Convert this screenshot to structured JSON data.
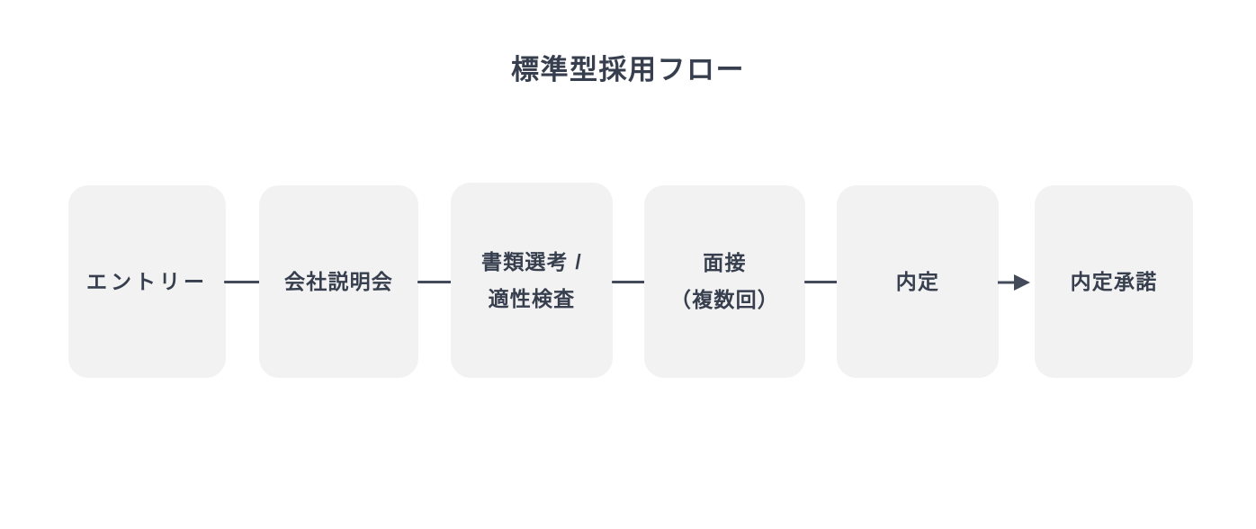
{
  "diagram": {
    "title": "標準型採用フロー",
    "background_color": "#ffffff",
    "node_fill_color": "#f2f2f2",
    "text_color": "#373f4e",
    "connector_color": "#434b5a",
    "nodes": [
      {
        "id": "entry",
        "label_line1": "エントリー",
        "label_line2": ""
      },
      {
        "id": "info-session",
        "label_line1": "会社説明会",
        "label_line2": ""
      },
      {
        "id": "screening",
        "label_line1": "書類選考 /",
        "label_line2": "適性検査"
      },
      {
        "id": "interview",
        "label_line1": "面接",
        "label_line2": "（複数回）"
      },
      {
        "id": "offer",
        "label_line1": "内定",
        "label_line2": ""
      },
      {
        "id": "acceptance",
        "label_line1": "内定承諾",
        "label_line2": ""
      }
    ],
    "connectors": [
      {
        "id": "entry-to-info",
        "type": "line"
      },
      {
        "id": "info-to-screening",
        "type": "line"
      },
      {
        "id": "screening-to-interview",
        "type": "line"
      },
      {
        "id": "interview-to-offer",
        "type": "line"
      },
      {
        "id": "offer-to-acceptance",
        "type": "arrow"
      }
    ]
  }
}
